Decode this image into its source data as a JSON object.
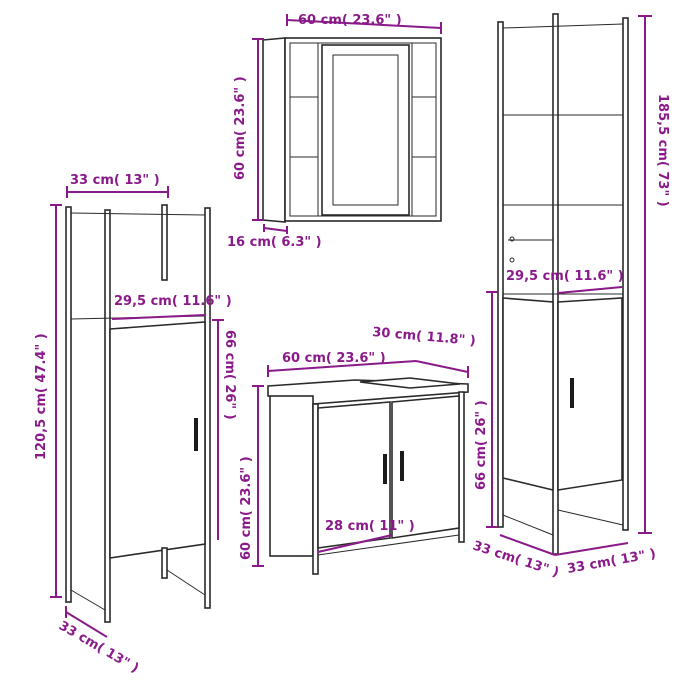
{
  "accent_color": "#8a1a8a",
  "line_color": "#2a2a2a",
  "mirror_cabinet": {
    "width_label": "60 cm( 23.6\" )",
    "height_label": "60 cm( 23.6\" )",
    "depth_label": "16 cm( 6.3\" )"
  },
  "tall_cabinet": {
    "height_label": "185,5 cm( 73\" )",
    "inner_width_label": "29,5 cm( 11.6\" )",
    "lower_height_label": "66 cm( 26\" )",
    "depth_label": "33 cm( 13\" )",
    "width_label": "33 cm( 13\" )"
  },
  "medium_cabinet": {
    "width_label": "33 cm( 13\" )",
    "inner_width_label": "29,5 cm( 11.6\" )",
    "height_label": "120,5 cm( 47.4\" )",
    "lower_height_label": "66 cm( 26\" )",
    "depth_label": "33 cm( 13\" )"
  },
  "sink_cabinet": {
    "width_label": "60 cm( 23.6\" )",
    "depth_label": "30 cm( 11.8\" )",
    "height_label": "60 cm( 23.6\" )",
    "inner_width_label": "28 cm( 11\" )"
  }
}
